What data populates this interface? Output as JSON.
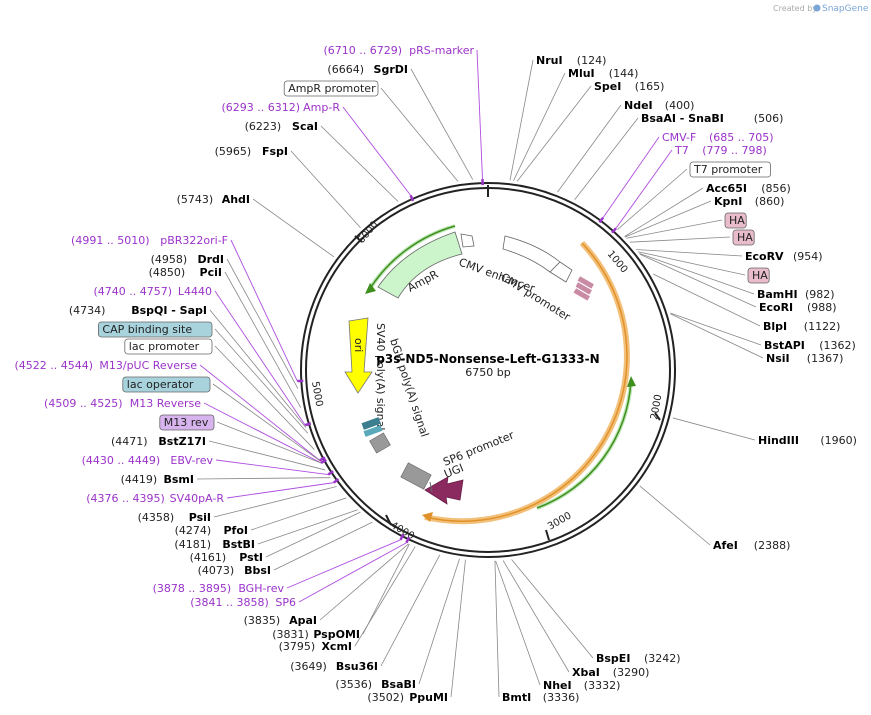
{
  "credit": {
    "prefix": "Created by",
    "brand": "SnapGene"
  },
  "map": {
    "name": "p3s-ND5-Nonsense-Left-G1333-N",
    "length": "6750 bp"
  },
  "ticks": [
    {
      "label": "1000",
      "pos": 1000
    },
    {
      "label": "2000",
      "pos": 2000
    },
    {
      "label": "3000",
      "pos": 3000
    },
    {
      "label": "4000",
      "pos": 4000
    },
    {
      "label": "5000",
      "pos": 5000
    },
    {
      "label": "6000",
      "pos": 6000
    }
  ],
  "arrow_features": [
    {
      "name": "CMV enhancer",
      "start": 235,
      "end": 614,
      "color": "#ffffff"
    },
    {
      "name": "CMV promoter",
      "start": 615,
      "end": 818,
      "color": "#ffffff"
    },
    {
      "name": "SP6 promoter",
      "start": 3841,
      "end": 3858,
      "color": "#ffffff"
    },
    {
      "name": "UGI",
      "start": 3745,
      "end": 3500,
      "color": "#8a2a5e"
    },
    {
      "name": "AmpR",
      "start": 6550,
      "end": 5690,
      "color": "#ccf5cc"
    },
    {
      "name": "ori",
      "start": 5290,
      "end": 4910,
      "color": "#ffff00"
    },
    {
      "name": "SV40 poly(A) signal",
      "start": 4395,
      "end": 4230,
      "color": "#999999"
    },
    {
      "name": "bGH poly(A) signal",
      "start": 3890,
      "end": 3690,
      "color": "#999999"
    }
  ],
  "labels_left": [
    {
      "pos": "(6710 .. 6729)",
      "name": "pRS-marker",
      "kind": "feature"
    },
    {
      "pos": "(6664)",
      "name": "SgrDI",
      "kind": "enzyme"
    },
    {
      "pos": "",
      "name": "AmpR promoter",
      "kind": "box"
    },
    {
      "pos": "(6293 .. 6312)",
      "name": "Amp-R",
      "kind": "feature"
    },
    {
      "pos": "(6223)",
      "name": "ScaI",
      "kind": "enzyme"
    },
    {
      "pos": "(5965)",
      "name": "FspI",
      "kind": "enzyme"
    },
    {
      "pos": "(5743)",
      "name": "AhdI",
      "kind": "enzyme"
    },
    {
      "pos": "(4991 .. 5010)",
      "name": "pBR322ori-F",
      "kind": "feature"
    },
    {
      "pos": "(4958)",
      "name": "DrdI",
      "kind": "enzyme"
    },
    {
      "pos": "(4850)",
      "name": "PciI",
      "kind": "enzyme"
    },
    {
      "pos": "(4740 .. 4757)",
      "name": "L4440",
      "kind": "feature"
    },
    {
      "pos": "(4734)",
      "name": "BspQI  - SapI",
      "kind": "enzyme"
    },
    {
      "pos": "",
      "name": "CAP binding site",
      "kind": "boxblue"
    },
    {
      "pos": "",
      "name": "lac promoter",
      "kind": "box"
    },
    {
      "pos": "(4522 .. 4544)",
      "name": "M13/pUC Reverse",
      "kind": "feature"
    },
    {
      "pos": "",
      "name": "lac operator",
      "kind": "boxblue"
    },
    {
      "pos": "(4509 .. 4525)",
      "name": "M13 Reverse",
      "kind": "feature"
    },
    {
      "pos": "",
      "name": "M13 rev",
      "kind": "boxpurple"
    },
    {
      "pos": "(4471)",
      "name": "BstZ17I",
      "kind": "enzyme"
    },
    {
      "pos": "(4430 .. 4449)",
      "name": "EBV-rev",
      "kind": "feature"
    },
    {
      "pos": "(4419)",
      "name": "BsmI",
      "kind": "enzyme"
    },
    {
      "pos": "(4376 .. 4395)",
      "name": "SV40pA-R",
      "kind": "feature"
    },
    {
      "pos": "(4358)",
      "name": "PsiI",
      "kind": "enzyme"
    },
    {
      "pos": "(4274)",
      "name": "PfoI",
      "kind": "enzyme"
    },
    {
      "pos": "(4181)",
      "name": "BstBI",
      "kind": "enzyme"
    },
    {
      "pos": "(4161)",
      "name": "PstI",
      "kind": "enzyme"
    },
    {
      "pos": "(4073)",
      "name": "BbsI",
      "kind": "enzyme"
    },
    {
      "pos": "(3878 .. 3895)",
      "name": "BGH-rev",
      "kind": "feature"
    },
    {
      "pos": "(3841 .. 3858)",
      "name": "SP6",
      "kind": "feature"
    },
    {
      "pos": "(3835)",
      "name": "ApaI",
      "kind": "enzyme"
    },
    {
      "pos": "(3831)",
      "name": "PspOMI",
      "kind": "enzyme"
    },
    {
      "pos": "(3795)",
      "name": "XcmI",
      "kind": "enzyme"
    },
    {
      "pos": "(3649)",
      "name": "Bsu36I",
      "kind": "enzyme"
    },
    {
      "pos": "(3536)",
      "name": "BsaBI",
      "kind": "enzyme"
    },
    {
      "pos": "(3502)",
      "name": "PpuMI",
      "kind": "enzyme"
    }
  ],
  "labels_right": [
    {
      "name": "NruI",
      "pos": "(124)",
      "kind": "enzyme"
    },
    {
      "name": "MluI",
      "pos": "(144)",
      "kind": "enzyme"
    },
    {
      "name": "SpeI",
      "pos": "(165)",
      "kind": "enzyme"
    },
    {
      "name": "NdeI",
      "pos": "(400)",
      "kind": "enzyme"
    },
    {
      "name": "BsaAI  - SnaBI",
      "pos": "(506)",
      "kind": "enzyme"
    },
    {
      "name": "CMV-F",
      "pos": "(685 .. 705)",
      "kind": "feature"
    },
    {
      "name": "T7",
      "pos": "(779 .. 798)",
      "kind": "feature"
    },
    {
      "name": "T7 promoter",
      "pos": "",
      "kind": "box"
    },
    {
      "name": "Acc65I",
      "pos": "(856)",
      "kind": "enzyme"
    },
    {
      "name": "KpnI",
      "pos": "(860)",
      "kind": "enzyme"
    },
    {
      "name": "HA",
      "pos": "",
      "kind": "boxpink"
    },
    {
      "name": "HA",
      "pos": "",
      "kind": "boxpink"
    },
    {
      "name": "EcoRV",
      "pos": "(954)",
      "kind": "enzyme"
    },
    {
      "name": "HA",
      "pos": "",
      "kind": "boxpink"
    },
    {
      "name": "BamHI",
      "pos": "(982)",
      "kind": "enzyme"
    },
    {
      "name": "EcoRI",
      "pos": "(988)",
      "kind": "enzyme"
    },
    {
      "name": "BlpI",
      "pos": "(1122)",
      "kind": "enzyme"
    },
    {
      "name": "BstAPI",
      "pos": "(1362)",
      "kind": "enzyme"
    },
    {
      "name": "NsiI",
      "pos": "(1367)",
      "kind": "enzyme"
    },
    {
      "name": "HindIII",
      "pos": "(1960)",
      "kind": "enzyme"
    },
    {
      "name": "AfeI",
      "pos": "(2388)",
      "kind": "enzyme"
    },
    {
      "name": "BspEI",
      "pos": "(3242)",
      "kind": "enzyme"
    },
    {
      "name": "XbaI",
      "pos": "(3290)",
      "kind": "enzyme"
    },
    {
      "name": "NheI",
      "pos": "(3332)",
      "kind": "enzyme"
    },
    {
      "name": "BmtI",
      "pos": "(3336)",
      "kind": "enzyme"
    }
  ]
}
